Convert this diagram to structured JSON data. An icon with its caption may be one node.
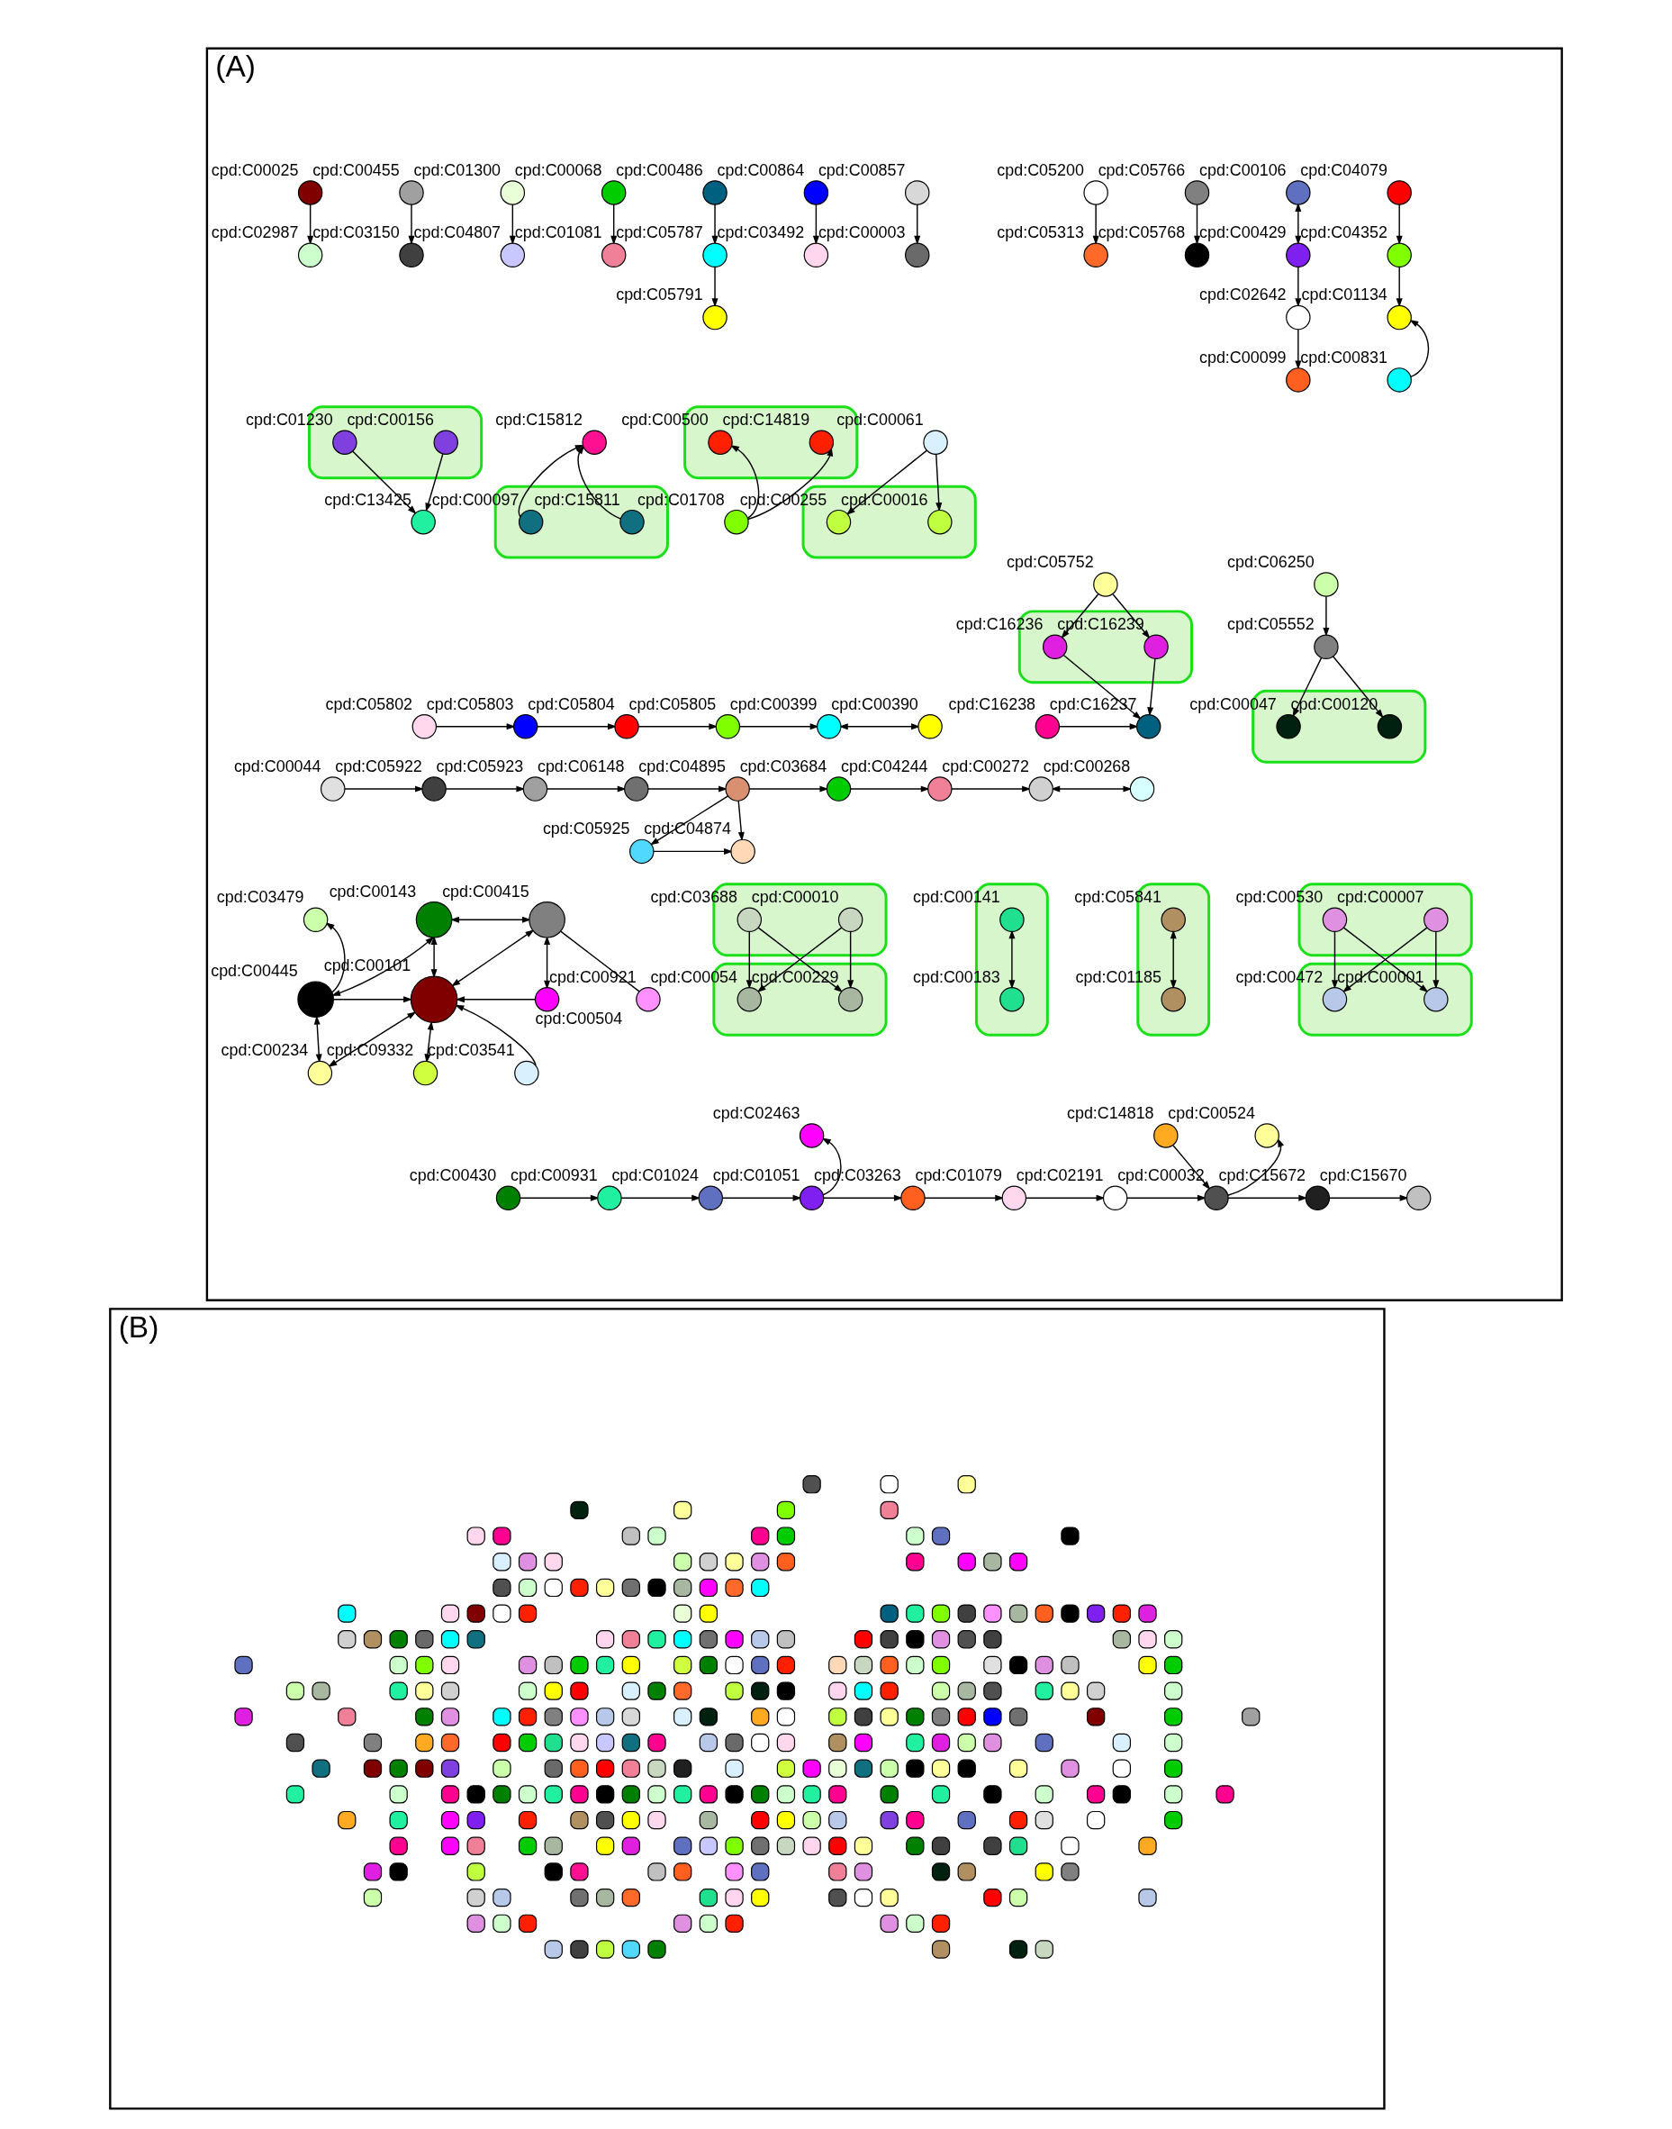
{
  "diagram": {
    "nodes": [
      {
        "text": [
          "(A)"
        ]
      },
      {
        "text": [],
        "shape": "circle",
        "beside": [
          "cpd:C00864"
        ],
        "in": 0
      },
      {
        "text": [],
        "shape": "circle",
        "beside": [
          "cpd:C03492"
        ],
        "in": 0
      },
      {
        "text": [],
        "shape": "circle",
        "beside": [
          "cpd:C00857"
        ],
        "in": 0
      },
      {
        "text": [],
        "shape": "circle",
        "beside": [
          "cpd:C00003"
        ],
        "in": 0
      },
      {
        "text": [],
        "shape": "circle",
        "beside": [
          "cpd:C05200"
        ],
        "in": 0
      },
      {
        "text": [],
        "shape": "circle",
        "beside": [
          "cpd:C05313"
        ],
        "in": 0
      },
      {
        "text": [],
        "shape": "circle",
        "beside": [
          "cpd:C05766"
        ],
        "in": 0
      },
      {
        "text": [],
        "shape": "circle",
        "beside": [
          "cpd:C05768"
        ],
        "in": 0
      },
      {
        "text": [],
        "shape": "circle",
        "beside": [
          "cpd:C00025"
        ],
        "in": 0
      },
      {
        "text": [],
        "shape": "circle",
        "beside": [
          "cpd:C02987"
        ],
        "in": 0
      },
      {
        "text": [],
        "shape": "circle",
        "beside": [
          "cpd:C00455"
        ],
        "in": 0
      },
      {
        "text": [],
        "shape": "circle",
        "beside": [
          "cpd:C03150"
        ],
        "in": 0
      },
      {
        "text": [],
        "shape": "circle",
        "beside": [
          "cpd:C01300"
        ],
        "in": 0
      },
      {
        "text": [],
        "shape": "circle",
        "beside": [
          "cpd:C04807"
        ],
        "in": 0
      },
      {
        "text": [],
        "shape": "circle",
        "beside": [
          "cpd:C00068"
        ],
        "in": 0
      },
      {
        "text": [],
        "shape": "circle",
        "beside": [
          "cpd:C01081"
        ],
        "in": 0
      },
      {
        "text": [],
        "shape": "circle",
        "beside": [
          "cpd:C00486"
        ],
        "in": 0
      },
      {
        "text": [],
        "shape": "circle",
        "beside": [
          "cpd:C05787"
        ],
        "in": 0
      },
      {
        "text": [],
        "shape": "circle",
        "beside": [
          "cpd:C05791"
        ],
        "in": 0
      },
      {
        "text": [],
        "shape": "circle",
        "beside": [
          "cpd:C00106"
        ],
        "in": 0
      },
      {
        "text": [],
        "shape": "circle",
        "beside": [
          "cpd:C00429"
        ],
        "in": 0
      },
      {
        "text": [],
        "shape": "circle",
        "beside": [
          "cpd:C02642"
        ],
        "in": 0
      },
      {
        "text": [],
        "shape": "circle",
        "beside": [
          "cpd:C00099"
        ],
        "in": 0
      },
      {
        "text": [],
        "shape": "circle",
        "beside": [
          "cpd:C04079"
        ],
        "in": 0
      },
      {
        "text": [],
        "shape": "circle",
        "beside": [
          "cpd:C04352"
        ],
        "in": 0
      },
      {
        "text": [],
        "shape": "circle",
        "beside": [
          "cpd:C01134"
        ],
        "in": 0
      },
      {
        "text": [],
        "shape": "circle",
        "beside": [
          "cpd:C00831"
        ],
        "in": 0
      },
      {
        "text": [],
        "shape": "ellipse",
        "in": 0
      },
      {
        "text": [],
        "shape": "circle",
        "beside": [
          "cpd:C00156"
        ],
        "in": 28
      },
      {
        "text": [],
        "shape": "circle",
        "beside": [
          "cpd:C01230"
        ],
        "in": 28
      },
      {
        "text": [],
        "shape": "circle",
        "beside": [
          "cpd:C13425"
        ],
        "in": 0
      },
      {
        "text": [],
        "shape": "circle",
        "beside": [
          "cpd:C15812"
        ],
        "in": 0
      },
      {
        "text": [],
        "shape": "ellipse",
        "in": 0
      },
      {
        "text": [],
        "shape": "circle",
        "beside": [
          "cpd:C15811"
        ],
        "in": 33
      },
      {
        "text": [],
        "shape": "circle",
        "beside": [
          "cpd:C00097"
        ],
        "in": 33
      },
      {
        "text": [],
        "shape": "ellipse",
        "in": 0
      },
      {
        "text": [],
        "shape": "circle",
        "beside": [
          "cpd:C14819"
        ],
        "in": 36
      },
      {
        "text": [],
        "shape": "circle",
        "beside": [
          "cpd:C00500"
        ],
        "in": 36
      },
      {
        "text": [],
        "shape": "circle",
        "beside": [
          "cpd:C01708"
        ],
        "in": 0
      },
      {
        "text": [],
        "shape": "circle",
        "beside": [
          "cpd:C00061"
        ],
        "in": 0
      },
      {
        "text": [],
        "shape": "ellipse",
        "in": 0
      },
      {
        "text": [],
        "shape": "circle",
        "beside": [
          "cpd:C00016"
        ],
        "in": 41
      },
      {
        "text": [],
        "shape": "circle",
        "beside": [
          "cpd:C00255"
        ],
        "in": 41
      },
      {
        "text": [],
        "shape": "circle",
        "beside": [
          "cpd:C05802"
        ],
        "in": 0
      },
      {
        "text": [],
        "shape": "circle",
        "beside": [
          "cpd:C05803"
        ],
        "in": 0
      },
      {
        "text": [],
        "shape": "circle",
        "beside": [
          "cpd:C05804"
        ],
        "in": 0
      },
      {
        "text": [],
        "shape": "circle",
        "beside": [
          "cpd:C05805"
        ],
        "in": 0
      },
      {
        "text": [],
        "shape": "circle",
        "beside": [
          "cpd:C00399"
        ],
        "in": 0
      },
      {
        "text": [],
        "shape": "circle",
        "beside": [
          "cpd:C00390"
        ],
        "in": 0
      },
      {
        "text": [],
        "shape": "circle",
        "beside": [
          "cpd:C05752"
        ],
        "in": 0
      },
      {
        "text": [],
        "shape": "ellipse",
        "in": 0
      },
      {
        "text": [],
        "shape": "circle",
        "beside": [
          "cpd:C16239"
        ],
        "in": 51
      },
      {
        "text": [],
        "shape": "circle",
        "beside": [
          "cpd:C16236"
        ],
        "in": 51
      },
      {
        "text": [],
        "shape": "circle",
        "beside": [
          "cpd:C16237"
        ],
        "in": 0
      },
      {
        "text": [],
        "shape": "circle",
        "beside": [
          "cpd:C16238"
        ],
        "in": 0
      },
      {
        "text": [],
        "shape": "circle",
        "beside": [
          "cpd:C06250"
        ],
        "in": 0
      },
      {
        "text": [],
        "shape": "circle",
        "beside": [
          "cpd:C05552"
        ],
        "in": 0
      },
      {
        "text": [],
        "shape": "ellipse",
        "in": 0
      },
      {
        "text": [],
        "shape": "circle",
        "beside": [
          "cpd:C00120"
        ],
        "in": 58
      },
      {
        "text": [],
        "shape": "circle",
        "beside": [
          "cpd:C00047"
        ],
        "in": 58
      },
      {
        "text": [],
        "shape": "circle",
        "beside": [
          "cpd:C00044"
        ],
        "in": 0
      },
      {
        "text": [],
        "shape": "circle",
        "beside": [
          "cpd:C05922"
        ],
        "in": 0
      },
      {
        "text": [],
        "shape": "circle",
        "beside": [
          "cpd:C05923"
        ],
        "in": 0
      },
      {
        "text": [],
        "shape": "circle",
        "beside": [
          "cpd:C06148"
        ],
        "in": 0
      },
      {
        "text": [],
        "shape": "circle",
        "beside": [
          "cpd:C04895"
        ],
        "in": 0
      },
      {
        "text": [],
        "shape": "circle",
        "beside": [
          "cpd:C03684"
        ],
        "in": 0
      },
      {
        "text": [],
        "shape": "circle",
        "beside": [
          "cpd:C04244"
        ],
        "in": 0
      },
      {
        "text": [],
        "shape": "circle",
        "beside": [
          "cpd:C00272"
        ],
        "in": 0
      },
      {
        "text": [],
        "shape": "circle",
        "beside": [
          "cpd:C00268"
        ],
        "in": 0
      },
      {
        "text": [],
        "shape": "circle",
        "beside": [
          "cpd:C05925"
        ],
        "in": 0
      },
      {
        "text": [],
        "shape": "circle",
        "beside": [
          "cpd:C04874"
        ],
        "in": 0
      },
      {
        "text": [],
        "shape": "circle",
        "beside": [
          "cpd:C03479"
        ],
        "in": 0
      },
      {
        "text": [],
        "shape": "circle",
        "beside": [
          "cpd:C00143"
        ],
        "in": 0
      },
      {
        "text": [],
        "shape": "circle",
        "beside": [
          "cpd:C00415"
        ],
        "in": 0
      },
      {
        "text": [],
        "shape": "circle",
        "beside": [
          "cpd:C00921"
        ],
        "in": 0
      },
      {
        "text": [],
        "shape": "circle",
        "beside": [
          "cpd:C00445"
        ],
        "in": 0
      },
      {
        "text": [],
        "shape": "circle",
        "beside": [
          "cpd:C00101"
        ],
        "in": 0
      },
      {
        "text": [],
        "shape": "circle",
        "beside": [
          "cpd:C00504"
        ],
        "in": 0
      },
      {
        "text": [],
        "shape": "circle",
        "beside": [
          "cpd:C00234"
        ],
        "in": 0
      },
      {
        "text": [],
        "shape": "circle",
        "beside": [
          "cpd:C03541"
        ],
        "in": 0
      },
      {
        "text": [],
        "shape": "circle",
        "beside": [
          "cpd:C09332"
        ],
        "in": 0
      },
      {
        "text": [],
        "shape": "ellipse",
        "in": 0
      },
      {
        "text": [],
        "shape": "circle",
        "beside": [
          "cpd:C05841"
        ],
        "in": 82
      },
      {
        "text": [],
        "shape": "circle",
        "beside": [
          "cpd:C01185"
        ],
        "in": 82
      },
      {
        "text": [],
        "shape": "ellipse",
        "in": 0
      },
      {
        "text": [],
        "shape": "circle",
        "beside": [
          "cpd:C00141"
        ],
        "in": 85
      },
      {
        "text": [],
        "shape": "circle",
        "beside": [
          "cpd:C00183"
        ],
        "in": 85
      },
      {
        "text": [],
        "shape": "ellipse",
        "in": 0
      },
      {
        "text": [],
        "shape": "circle",
        "beside": [
          "cpd:C00010"
        ],
        "in": 88
      },
      {
        "text": [],
        "shape": "circle",
        "beside": [
          "cpd:C03688"
        ],
        "in": 88
      },
      {
        "text": [],
        "shape": "ellipse",
        "in": 0
      },
      {
        "text": [],
        "shape": "circle",
        "beside": [
          "cpd:C00229"
        ],
        "in": 91
      },
      {
        "text": [],
        "shape": "circle",
        "beside": [
          "cpd:C00054"
        ],
        "in": 91
      },
      {
        "text": [],
        "shape": "ellipse",
        "in": 0
      },
      {
        "text": [],
        "shape": "circle",
        "beside": [
          "cpd:C00007"
        ],
        "in": 94
      },
      {
        "text": [],
        "shape": "circle",
        "beside": [
          "cpd:C00530"
        ],
        "in": 94
      },
      {
        "text": [],
        "shape": "ellipse",
        "in": 0
      },
      {
        "text": [],
        "shape": "circle",
        "beside": [
          "cpd:C00001"
        ],
        "in": 97
      },
      {
        "text": [],
        "shape": "circle",
        "beside": [
          "cpd:C00472"
        ],
        "in": 97
      },
      {
        "text": [],
        "shape": "circle",
        "beside": [
          "cpd:C14818"
        ],
        "in": 0
      },
      {
        "text": [],
        "shape": "circle",
        "beside": [
          "cpd:C00524"
        ],
        "in": 0
      },
      {
        "text": [],
        "shape": "circle",
        "beside": [
          "cpd:C00430"
        ],
        "in": 0
      },
      {
        "text": [],
        "shape": "circle",
        "beside": [
          "cpd:C00931"
        ],
        "in": 0
      },
      {
        "text": [],
        "shape": "circle",
        "beside": [
          "cpd:C01024"
        ],
        "in": 0
      },
      {
        "text": [],
        "shape": "circle",
        "beside": [
          "cpd:C01051"
        ],
        "in": 0
      },
      {
        "text": [],
        "shape": "circle",
        "beside": [
          "cpd:C02463"
        ],
        "in": 0
      },
      {
        "text": [],
        "shape": "circle",
        "beside": [
          "cpd:C03263"
        ],
        "in": 0
      },
      {
        "text": [],
        "shape": "circle",
        "beside": [
          "cpd:C01079"
        ],
        "in": 0
      },
      {
        "text": [],
        "shape": "circle",
        "beside": [
          "cpd:C02191"
        ],
        "in": 0
      },
      {
        "text": [],
        "shape": "circle",
        "beside": [
          "cpd:C00032"
        ],
        "in": 0
      },
      {
        "text": [],
        "shape": "circle",
        "beside": [
          "cpd:C15672"
        ],
        "in": 0
      },
      {
        "text": [],
        "shape": "circle",
        "beside": [
          "cpd:C15670"
        ],
        "in": 0
      },
      {
        "text": [
          "(B)"
        ]
      },
      {
        "text": [],
        "shape": "picture",
        "in": 113
      }
    ],
    "edges": [
      {
        "from": 1,
        "to": 2,
        "arrow": "to"
      },
      {
        "from": 3,
        "to": 4,
        "arrow": "to"
      },
      {
        "from": 5,
        "to": 6,
        "arrow": "to"
      },
      {
        "from": 7,
        "to": 8,
        "arrow": "to"
      },
      {
        "from": 9,
        "to": 10,
        "arrow": "to"
      },
      {
        "from": 11,
        "to": 12,
        "arrow": "to"
      },
      {
        "from": 13,
        "to": 14,
        "arrow": "to"
      },
      {
        "from": 15,
        "to": 16,
        "arrow": "to"
      },
      {
        "from": 17,
        "to": 18,
        "arrow": "to"
      },
      {
        "from": 18,
        "to": 19,
        "arrow": "to"
      },
      {
        "from": 20,
        "to": 21,
        "arrow": "both"
      },
      {
        "from": 21,
        "to": 22,
        "arrow": "to"
      },
      {
        "from": 22,
        "to": 23,
        "arrow": "to"
      },
      {
        "from": 24,
        "to": 25,
        "arrow": "to"
      },
      {
        "from": 25,
        "to": 26,
        "arrow": "to"
      },
      {
        "from": 27,
        "to": 26,
        "arrow": "to"
      },
      {
        "from": 29,
        "to": 31,
        "arrow": "to"
      },
      {
        "from": 30,
        "to": 31,
        "arrow": "to"
      },
      {
        "from": 34,
        "to": 32,
        "arrow": "to"
      },
      {
        "from": 35,
        "to": 32,
        "arrow": "to"
      },
      {
        "from": 39,
        "to": 37,
        "arrow": "to"
      },
      {
        "from": 39,
        "to": 38,
        "arrow": "to"
      },
      {
        "from": 40,
        "to": 42,
        "arrow": "to"
      },
      {
        "from": 40,
        "to": 43,
        "arrow": "to"
      },
      {
        "from": 44,
        "to": 45,
        "arrow": "to"
      },
      {
        "from": 45,
        "to": 46,
        "arrow": "to"
      },
      {
        "from": 46,
        "to": 47,
        "arrow": "to"
      },
      {
        "from": 47,
        "to": 48,
        "arrow": "to"
      },
      {
        "from": 48,
        "to": 49,
        "arrow": "both"
      },
      {
        "from": 50,
        "to": 52,
        "arrow": "to"
      },
      {
        "from": 50,
        "to": 53,
        "arrow": "to"
      },
      {
        "from": 52,
        "to": 54,
        "arrow": "to"
      },
      {
        "from": 53,
        "to": 54,
        "arrow": "to"
      },
      {
        "from": 55,
        "to": 54,
        "arrow": "to"
      },
      {
        "from": 56,
        "to": 57,
        "arrow": "to"
      },
      {
        "from": 57,
        "to": 59,
        "arrow": "to"
      },
      {
        "from": 57,
        "to": 60,
        "arrow": "to"
      },
      {
        "from": 61,
        "to": 62,
        "arrow": "to"
      },
      {
        "from": 62,
        "to": 63,
        "arrow": "to"
      },
      {
        "from": 63,
        "to": 64,
        "arrow": "to"
      },
      {
        "from": 64,
        "to": 65,
        "arrow": "to"
      },
      {
        "from": 65,
        "to": 66,
        "arrow": "to"
      },
      {
        "from": 66,
        "to": 67,
        "arrow": "to"
      },
      {
        "from": 67,
        "to": 68,
        "arrow": "to"
      },
      {
        "from": 68,
        "to": 69,
        "arrow": "both"
      },
      {
        "from": 65,
        "to": 70,
        "arrow": "to"
      },
      {
        "from": 65,
        "to": 71,
        "arrow": "to"
      },
      {
        "from": 70,
        "to": 71,
        "arrow": "to"
      },
      {
        "from": 76,
        "to": 72,
        "arrow": "to"
      },
      {
        "from": 76,
        "to": 73,
        "arrow": "both"
      },
      {
        "from": 73,
        "to": 74,
        "arrow": "both"
      },
      {
        "from": 73,
        "to": 77,
        "arrow": "both"
      },
      {
        "from": 74,
        "to": 77,
        "arrow": "both"
      },
      {
        "from": 74,
        "to": 78,
        "arrow": "both"
      },
      {
        "from": 74,
        "to": 75,
        "arrow": "none"
      },
      {
        "from": 76,
        "to": 77,
        "arrow": "to"
      },
      {
        "from": 78,
        "to": 77,
        "arrow": "to"
      },
      {
        "from": 76,
        "to": 79,
        "arrow": "both"
      },
      {
        "from": 77,
        "to": 79,
        "arrow": "both"
      },
      {
        "from": 80,
        "to": 77,
        "arrow": "to"
      },
      {
        "from": 77,
        "to": 81,
        "arrow": "both"
      },
      {
        "from": 83,
        "to": 84,
        "arrow": "both"
      },
      {
        "from": 86,
        "to": 87,
        "arrow": "both"
      },
      {
        "from": 89,
        "to": 92,
        "arrow": "to"
      },
      {
        "from": 89,
        "to": 93,
        "arrow": "to"
      },
      {
        "from": 90,
        "to": 92,
        "arrow": "to"
      },
      {
        "from": 90,
        "to": 93,
        "arrow": "to"
      },
      {
        "from": 95,
        "to": 98,
        "arrow": "to"
      },
      {
        "from": 95,
        "to": 99,
        "arrow": "to"
      },
      {
        "from": 96,
        "to": 98,
        "arrow": "to"
      },
      {
        "from": 96,
        "to": 99,
        "arrow": "to"
      },
      {
        "from": 100,
        "to": 110,
        "arrow": "to"
      },
      {
        "from": 110,
        "to": 101,
        "arrow": "to"
      },
      {
        "from": 102,
        "to": 103,
        "arrow": "to"
      },
      {
        "from": 103,
        "to": 104,
        "arrow": "to"
      },
      {
        "from": 104,
        "to": 105,
        "arrow": "to"
      },
      {
        "from": 105,
        "to": 107,
        "arrow": "to"
      },
      {
        "from": 105,
        "to": 106,
        "arrow": "to"
      },
      {
        "from": 107,
        "to": 108,
        "arrow": "to"
      },
      {
        "from": 108,
        "to": 109,
        "arrow": "to"
      },
      {
        "from": 109,
        "to": 110,
        "arrow": "to"
      },
      {
        "from": 110,
        "to": 111,
        "arrow": "to"
      },
      {
        "from": 111,
        "to": 112,
        "arrow": "to"
      }
    ]
  }
}
